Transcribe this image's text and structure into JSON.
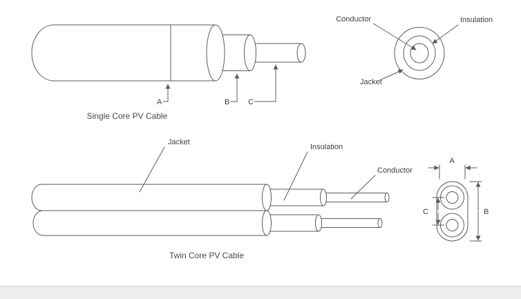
{
  "page": {
    "background": "#ffffff",
    "line_color": "#5a5a5a",
    "text_color": "#3d3d3d"
  },
  "single_core": {
    "caption": "Single Core PV Cable",
    "dim_a": "A",
    "dim_b": "B",
    "dim_c": "C"
  },
  "single_cross_section": {
    "conductor_label": "Conductor",
    "insulation_label": "Insulation",
    "jacket_label": "Jacket"
  },
  "twin_core": {
    "caption": "Twin Core PV Cable",
    "jacket_label": "Jacket",
    "insulation_label": "Insulation",
    "conductor_label": "Conductor"
  },
  "twin_cross_section": {
    "dim_a": "A",
    "dim_b": "B",
    "dim_c": "C"
  }
}
